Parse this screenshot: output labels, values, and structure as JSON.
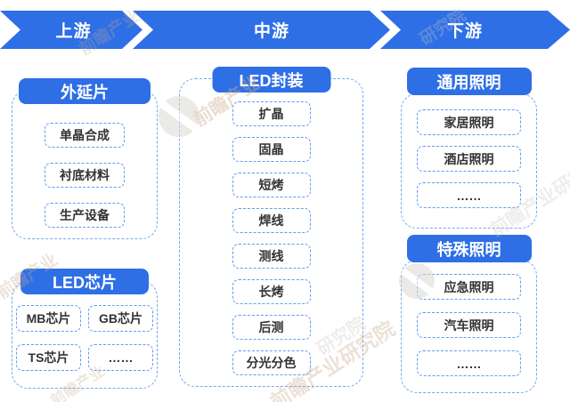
{
  "banner": {
    "segments": [
      {
        "label": "上游"
      },
      {
        "label": "中游"
      },
      {
        "label": "下游"
      }
    ]
  },
  "columns": {
    "upstream": {
      "groups": [
        {
          "title": "外延片",
          "items": [
            "单晶合成",
            "衬底材料",
            "生产设备"
          ]
        },
        {
          "title": "LED芯片",
          "items": [
            "MB芯片",
            "GB芯片",
            "TS芯片",
            "……"
          ]
        }
      ]
    },
    "midstream": {
      "groups": [
        {
          "title": "LED封装",
          "items": [
            "扩晶",
            "固晶",
            "短烤",
            "焊线",
            "测线",
            "长烤",
            "后测",
            "分光分色"
          ]
        }
      ]
    },
    "downstream": {
      "groups": [
        {
          "title": "通用照明",
          "items": [
            "家居照明",
            "酒店照明",
            "……"
          ]
        },
        {
          "title": "特殊照明",
          "items": [
            "应急照明",
            "汽车照明",
            "……"
          ]
        }
      ]
    }
  },
  "watermark": {
    "full": "前瞻产业研究院",
    "short": "前瞻产业",
    "partial": "研究院"
  },
  "colors": {
    "primary_blue": "#2E6FE6",
    "container_dash_blue": "#74A7F3",
    "item_dash_blue": "#5E9CF3",
    "item_text": "#333333",
    "watermark_beige": "#C9AB8E",
    "watermark_gray": "#C9C6C2"
  }
}
